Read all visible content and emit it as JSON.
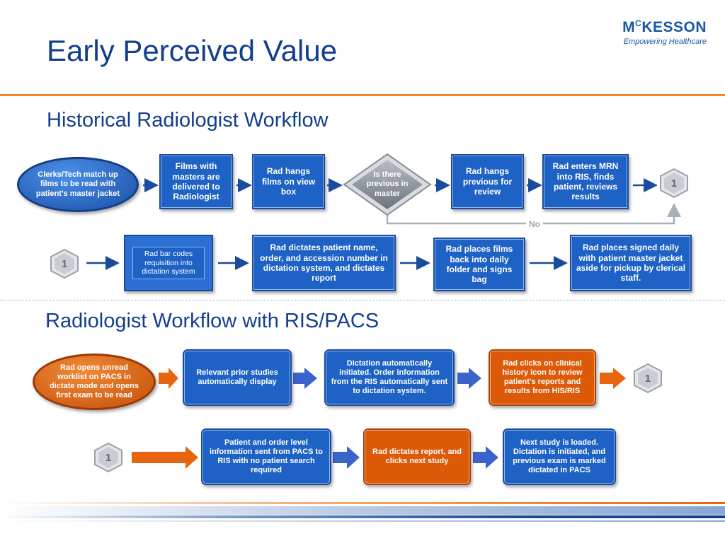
{
  "title": "Early Perceived Value",
  "logo": {
    "name": "MCKESSON",
    "name_prefix": "M",
    "name_sup": "C",
    "name_rest": "KESSON",
    "tagline": "Empowering Healthcare"
  },
  "sections": {
    "historical": "Historical Radiologist Workflow",
    "ris_pacs": "Radiologist Workflow with RIS/PACS"
  },
  "historical_row1": [
    "Clerks/Tech match up films to be read with patient's master jacket",
    "Films with masters are delivered to Radiologist",
    "Rad hangs films on view box",
    "Is there previous in master",
    "Rad hangs previous for review",
    "Rad enters MRN into RIS, finds patient, reviews results"
  ],
  "historical_row2": [
    "Rad bar codes requisition into dictation system",
    "Rad dictates patient name, order, and accession number in dictation system, and dictates report",
    "Rad places films back into daily folder and signs bag",
    "Rad places signed daily with patient master jacket aside for pickup by clerical staff."
  ],
  "no_label": "No",
  "connector_label": "1",
  "ris_row1": [
    "Rad opens unread worklist on PACS in dictate mode and opens first exam to be read",
    "Relevant prior studies automatically display",
    "Dictation automatically initiated.  Order information from the RIS automatically sent to dictation system.",
    "Rad clicks on clinical history icon to review patient's reports and results from HIS/RIS"
  ],
  "ris_row2": [
    "Patient and order level information sent from PACS to RIS with no patient search required",
    "Rad dictates report, and clicks next study",
    "Next study is loaded. Dictation is initiated, and previous exam is marked dictated in PACS"
  ],
  "colors": {
    "title": "#123e8e",
    "accent_orange": "#e8650f",
    "box_blue": "#2a6fd1",
    "arrow_blue": "#1a4b9c",
    "connector_gray": "#a9b0bc"
  }
}
